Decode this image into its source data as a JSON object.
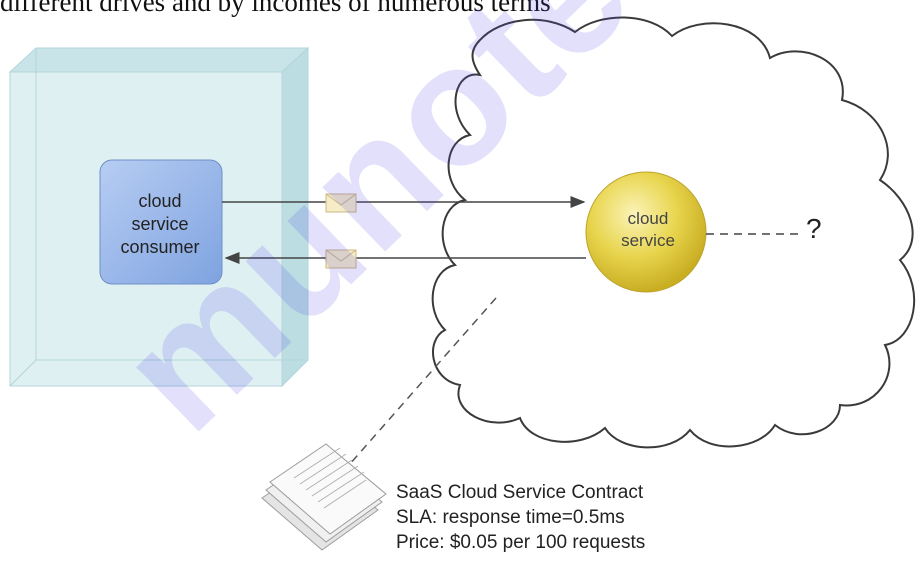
{
  "header_text": "different drives and by incomes of numerous terms",
  "consumer": {
    "label_lines": [
      "cloud",
      "service",
      "consumer"
    ]
  },
  "service": {
    "label_lines": [
      "cloud",
      "service"
    ]
  },
  "unknown_marker": "?",
  "contract": {
    "title": "SaaS Cloud Service Contract",
    "sla": "SLA: response time=0.5ms",
    "price": "Price: $0.05 per 100 requests"
  },
  "watermark": "munotes.in",
  "colors": {
    "consumer_box": "#8fb2e8",
    "service_sphere": "#e6d34a",
    "container": "#d6ecee",
    "watermark": "#4b3ce6"
  },
  "icons": [
    "envelope-icon",
    "envelope-icon",
    "document-icon"
  ]
}
